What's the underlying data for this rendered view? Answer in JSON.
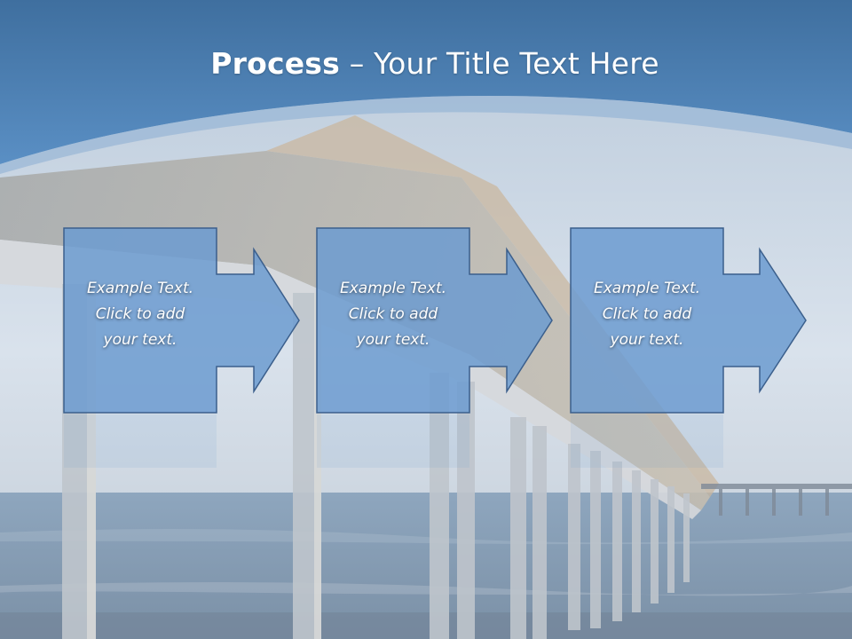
{
  "slide": {
    "title_bold": "Process",
    "title_dash": " – ",
    "title_rest": "Your Title Text Here"
  },
  "process_steps": [
    {
      "lines": [
        "Example Text.",
        "Click  to add",
        "your text."
      ]
    },
    {
      "lines": [
        "Example Text.",
        "Click  to add",
        "your text."
      ]
    },
    {
      "lines": [
        "Example Text.",
        "Click  to add",
        "your text."
      ]
    }
  ],
  "colors": {
    "header_blue": "#4f86bd",
    "box_fill": "#6c9bd0",
    "box_border": "#3b5f8c",
    "sky": "#c9d8e8",
    "sea": "#7f9ab4"
  }
}
